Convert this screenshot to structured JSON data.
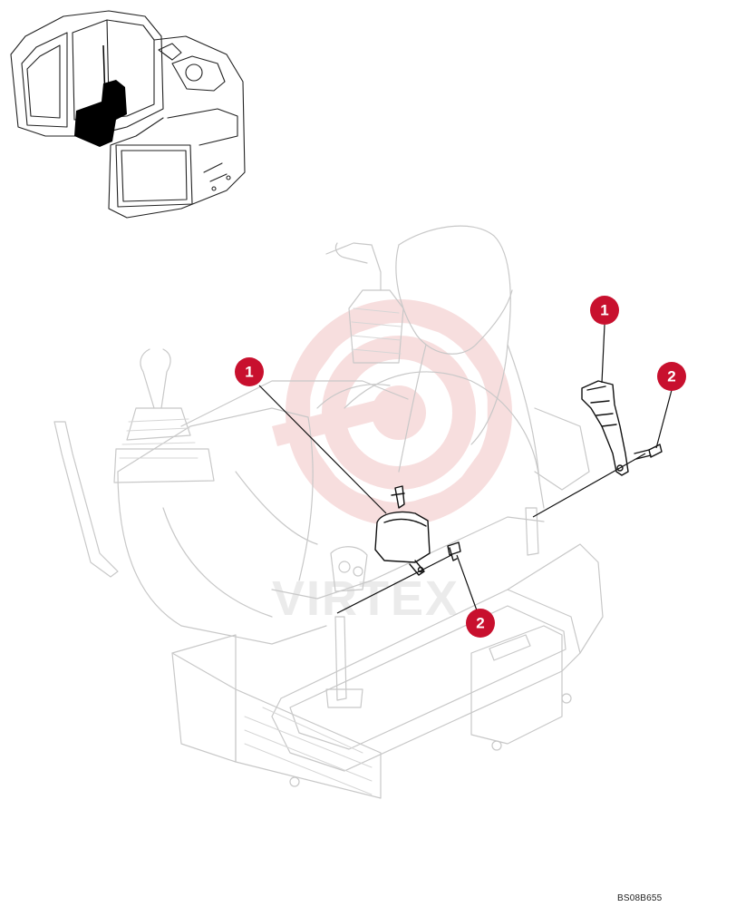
{
  "drawing_code": "BS08B655",
  "watermark_text": "VIRTEX",
  "callouts": [
    {
      "id": "callout-1-right",
      "label": "1"
    },
    {
      "id": "callout-2-right",
      "label": "2"
    },
    {
      "id": "callout-1-left",
      "label": "1"
    },
    {
      "id": "callout-2-left",
      "label": "2"
    }
  ],
  "colors": {
    "callout": "#c8102e",
    "watermark": "#f2c4c4",
    "line_art": "#c8c8c8"
  }
}
